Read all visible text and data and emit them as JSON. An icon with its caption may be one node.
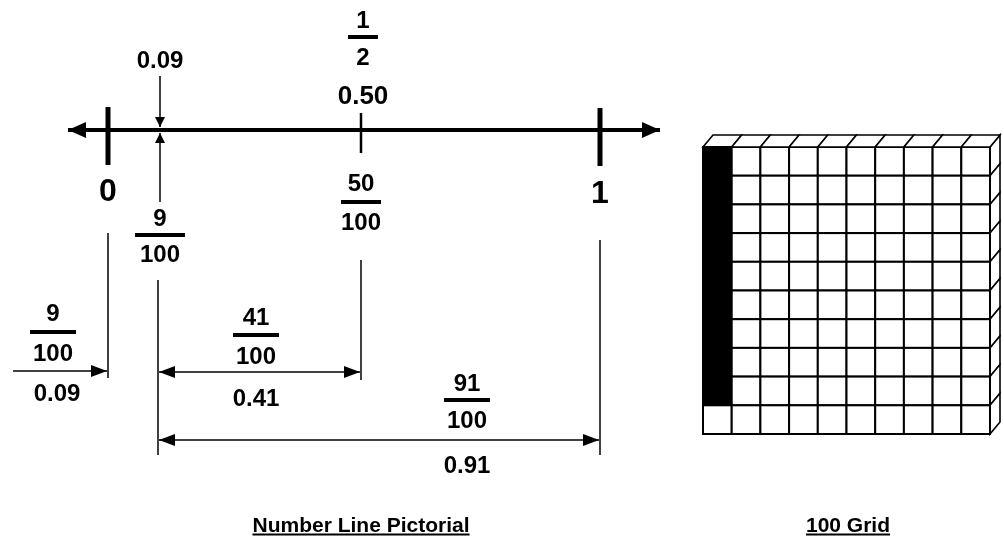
{
  "diagram": {
    "nodes": [
      {
        "text": [
          "0.09"
        ]
      },
      {
        "text": [
          "9",
          "100"
        ]
      }
    ],
    "edges": [
      {
        "from": 0,
        "to": null,
        "arrow": "to"
      },
      {
        "from": 1,
        "to": null,
        "arrow": "to"
      }
    ],
    "labels": [
      "1",
      "2",
      "0.50",
      "0",
      "50",
      "100",
      "1",
      "9",
      "100",
      "0.09",
      "41",
      "100",
      "0.41",
      "91",
      "100",
      "0.91",
      "Number Line Pictorial",
      "100 Grid"
    ]
  }
}
